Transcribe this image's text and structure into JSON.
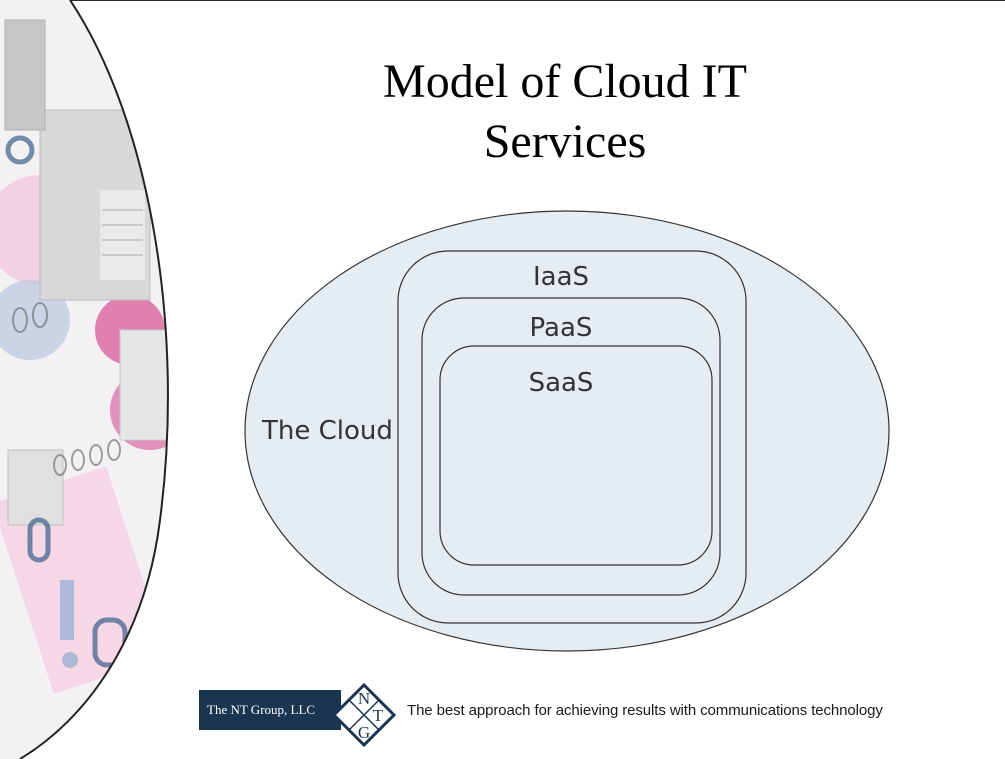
{
  "slide": {
    "title_line1": "Model of Cloud IT",
    "title_line2": "Services"
  },
  "diagram": {
    "outer_label": "The Cloud",
    "layers": [
      {
        "label": "IaaS"
      },
      {
        "label": "PaaS"
      },
      {
        "label": "SaaS"
      }
    ],
    "colors": {
      "cloud_fill": "#e5edf3",
      "stroke": "#333333",
      "layer_fill": "none"
    }
  },
  "footer": {
    "company": "The NT Group, LLC",
    "logo_letters": [
      "N",
      "T",
      "G"
    ],
    "tagline": "The best approach for achieving results with communications technology",
    "colors": {
      "brand": "#1a3550"
    }
  }
}
